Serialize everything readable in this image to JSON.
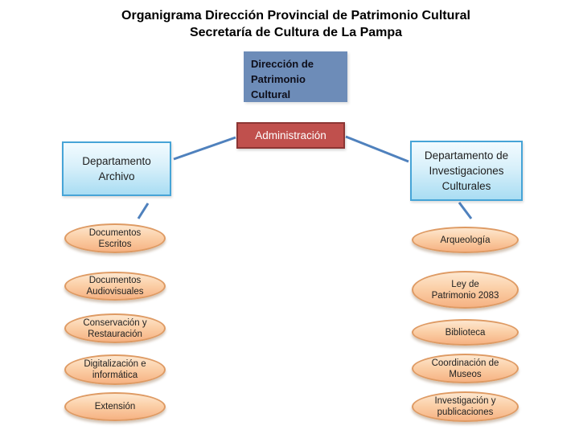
{
  "title": {
    "line1": "Organigrama Dirección Provincial de Patrimonio Cultural",
    "line2": "Secretaría de Cultura de La Pampa"
  },
  "nodes": {
    "direccion": "Dirección de Patrimonio Cultural",
    "administracion": "Administración",
    "departamento_archivo": "Departamento Archivo",
    "departamento_investigaciones": "Departamento de Investigaciones Culturales"
  },
  "archivo_items": [
    "Documentos Escritos",
    "Documentos Audiovisuales",
    "Conservación y Restauración",
    "Digitalización e informática",
    "Extensión"
  ],
  "investigaciones_items": [
    "Arqueología",
    "Ley de Patrimonio 2083",
    "Biblioteca",
    "Coordinación de Museos",
    "Investigación y publicaciones"
  ],
  "colors": {
    "text": "#1a1a1a",
    "direccion_fill": "#6d8cb8",
    "admin_fill": "#c0504d",
    "admin_border": "#8c3634",
    "admin_text": "#ffffff",
    "dept_fill_top": "#f2fbff",
    "dept_fill_bottom": "#a9ddf3",
    "dept_border": "#46a4d7",
    "ellipse_fill_top": "#fde7cf",
    "ellipse_fill_bottom": "#f6b283",
    "ellipse_border": "#de9a63",
    "connector": "#4f81bd"
  }
}
